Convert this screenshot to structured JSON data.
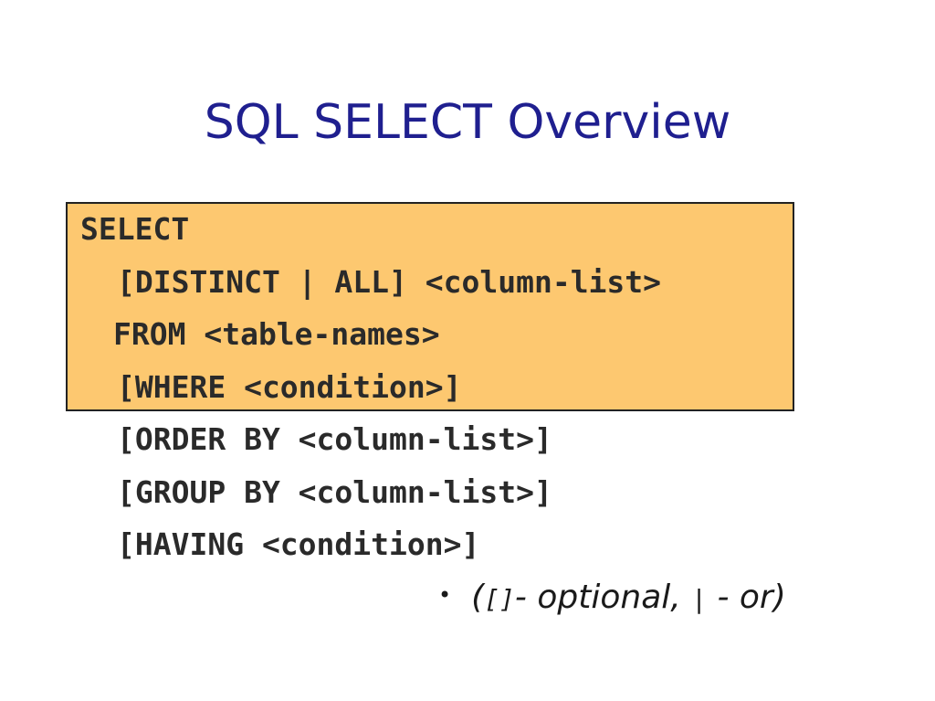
{
  "slide": {
    "title": "SQL SELECT Overview",
    "code_lines": [
      "SELECT",
      "[DISTINCT | ALL] <column-list>",
      "FROM <table-names>",
      "[WHERE <condition>]",
      "[ORDER BY <column-list>]",
      "[GROUP BY <column-list>]",
      "[HAVING <condition>]"
    ],
    "note": {
      "bullet": "•",
      "open_paren": "(",
      "brackets_symbol": "[]",
      "optional_text": "- optional, ",
      "pipe_symbol": "|",
      "or_text": " - or)"
    }
  },
  "colors": {
    "title": "#1f1f8f",
    "highlight_fill": "#fdc870",
    "highlight_border": "#222222",
    "code_text": "#2a2a2a"
  }
}
